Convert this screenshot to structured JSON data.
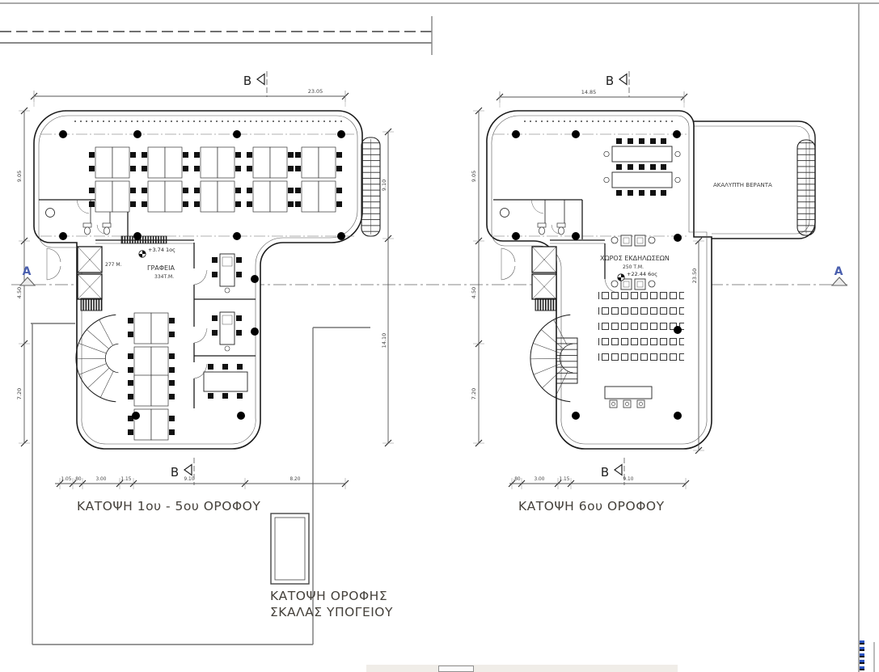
{
  "sheet": {
    "background": "#ffffff",
    "border_color": "#8a8a8a",
    "wall_color": "#1b1b1b",
    "accent_a": "#4a5fae"
  },
  "markers": {
    "section_a_label": "A",
    "section_b_label": "B"
  },
  "plan_left": {
    "title": "ΚΑΤΟΨΗ  1ου - 5ου ΟΡΟΦΟΥ",
    "room_label": "ΓΡΑΦΕΙΑ",
    "room_area": "334Τ.Μ.",
    "level_mark": "+3.74 1ος",
    "core_area": "277 Μ.",
    "dim_top": "23.05",
    "dims_left": [
      "9.05",
      "4.50",
      "7.20"
    ],
    "dims_right": [
      "9.10",
      "14.10"
    ],
    "dims_bottom": [
      "1.05",
      ".80",
      "3.00",
      "1.15",
      "9.10",
      "8.20"
    ]
  },
  "plan_right": {
    "title": "ΚΑΤΟΨΗ  6ου  ΟΡΟΦΟΥ",
    "room_label": "ΧΩΡΟΣ ΕΚΔΗΛΩΣΕΩΝ",
    "room_area": "250 Τ.Μ.",
    "level_mark": "+22.44 6ος",
    "veranda_label": "ΑΚΑΛΥΠΤΗ ΒΕΡΑΝΤΑ",
    "dim_top": "14.85",
    "dims_left": [
      "9.05",
      "4.50",
      "7.20"
    ],
    "dims_right": [
      "23.50"
    ],
    "dims_bottom": [
      ".80",
      "3.00",
      "1.15",
      "9.10"
    ]
  },
  "stair_roof_plan": {
    "title_line1": "ΚΑΤΟΨΗ ΟΡΟΦΗΣ",
    "title_line2": "ΣΚΑΛΑΣ ΥΠΟΓΕΙΟΥ"
  }
}
